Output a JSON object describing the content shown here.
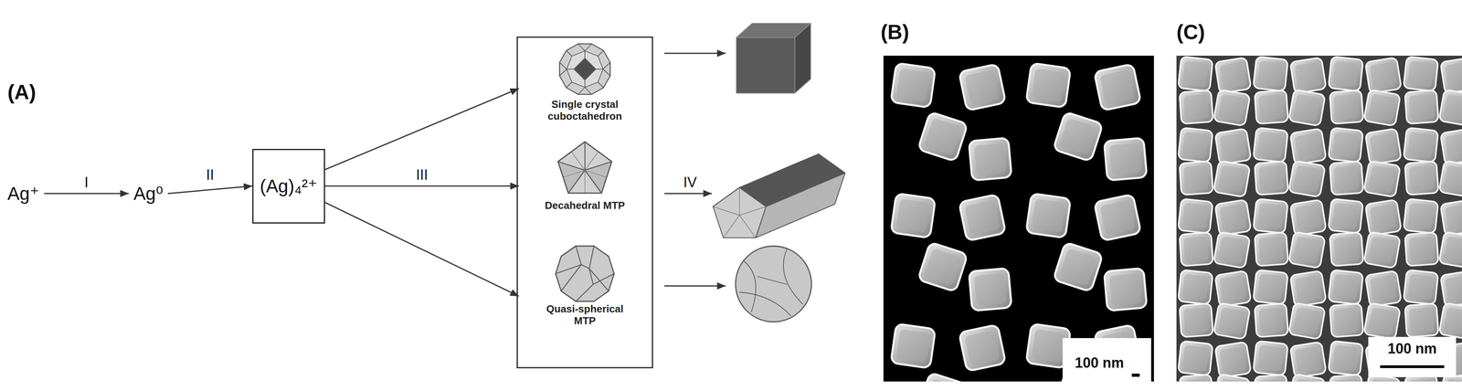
{
  "diagram": {
    "nodes": [
      {
        "text": [
          "Ag⁺"
        ]
      },
      {
        "text": [
          "Ag⁰"
        ]
      },
      {
        "text": [
          "(Ag)₄²⁺"
        ]
      },
      {
        "text": [
          "Single crystal cuboctahedron"
        ]
      },
      {
        "text": [
          "Decahedral MTP"
        ]
      },
      {
        "text": [
          "Quasi-spherical MTP"
        ]
      }
    ],
    "edges": [
      {
        "from": 0,
        "to": 1,
        "arrow": "to",
        "label": "I"
      },
      {
        "from": 1,
        "to": 2,
        "arrow": "to",
        "label": "II"
      },
      {
        "from": 2,
        "to": 3,
        "arrow": "to"
      },
      {
        "from": 2,
        "to": 4,
        "arrow": "to",
        "label": "III"
      },
      {
        "from": 2,
        "to": 5,
        "arrow": "to"
      }
    ],
    "labels": [
      "(A)",
      "IV",
      "(B)",
      "100 nm",
      "(C)",
      "100 nm"
    ]
  }
}
